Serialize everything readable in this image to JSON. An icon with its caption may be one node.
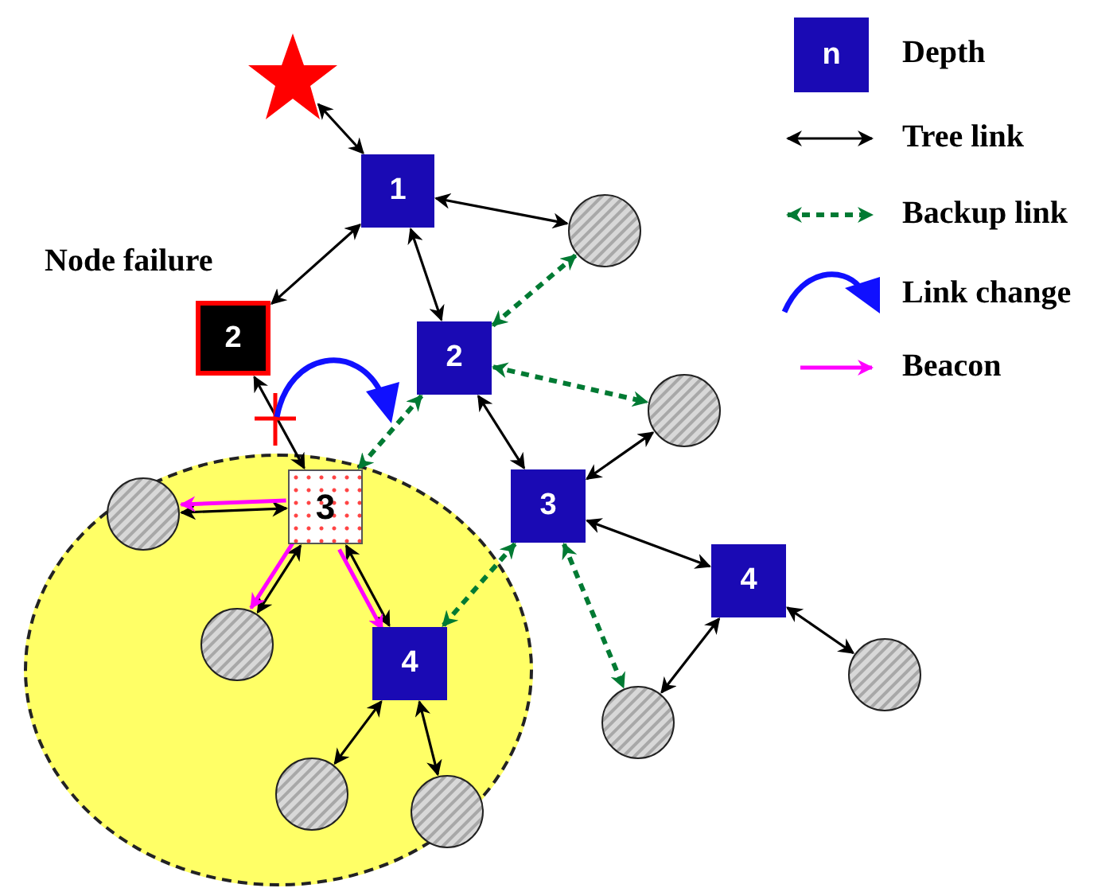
{
  "diagram": {
    "nodes": [
      {
        "text": [],
        "shape": "star"
      },
      {
        "text": [
          "1"
        ]
      },
      {
        "text": [],
        "shape": "circle"
      },
      {
        "text": [
          "2"
        ],
        "beside": [
          "Node failure"
        ]
      },
      {
        "text": [
          "2"
        ]
      },
      {
        "text": [],
        "shape": "circle"
      },
      {
        "text": [],
        "shape": "ellipse"
      },
      {
        "text": [
          "3"
        ],
        "in": 6
      },
      {
        "text": [
          "3"
        ]
      },
      {
        "text": [],
        "shape": "circle",
        "in": 6
      },
      {
        "text": [],
        "shape": "circle",
        "in": 6
      },
      {
        "text": [
          "4"
        ],
        "in": 6
      },
      {
        "text": [
          "4"
        ]
      },
      {
        "text": [],
        "shape": "circle"
      },
      {
        "text": [],
        "shape": "circle"
      },
      {
        "text": [],
        "shape": "circle",
        "in": 6
      },
      {
        "text": [],
        "shape": "circle",
        "in": 6
      }
    ],
    "edges": [
      {
        "from": 0,
        "to": 1,
        "arrow": "both"
      },
      {
        "from": 1,
        "to": 2,
        "arrow": "both"
      },
      {
        "from": 1,
        "to": 3,
        "arrow": "both"
      },
      {
        "from": 1,
        "to": 4,
        "arrow": "both"
      },
      {
        "from": 4,
        "to": 2,
        "arrow": "both",
        "style": "dashed",
        "color": "#007a33"
      },
      {
        "from": 4,
        "to": 5,
        "arrow": "both",
        "style": "dashed",
        "color": "#007a33"
      },
      {
        "from": 4,
        "to": 7,
        "arrow": "both",
        "style": "dashed",
        "color": "#007a33"
      },
      {
        "from": 4,
        "to": 8,
        "arrow": "both"
      },
      {
        "from": 3,
        "to": 7,
        "arrow": "both"
      },
      {
        "from": 5,
        "to": 8,
        "arrow": "both"
      },
      {
        "from": 7,
        "to": 9,
        "arrow": "both"
      },
      {
        "from": 7,
        "to": 9,
        "arrow": "to",
        "color": "#ff00ff"
      },
      {
        "from": 7,
        "to": 10,
        "arrow": "both"
      },
      {
        "from": 7,
        "to": 10,
        "arrow": "to",
        "color": "#ff00ff"
      },
      {
        "from": 7,
        "to": 11,
        "arrow": "both"
      },
      {
        "from": 7,
        "to": 11,
        "arrow": "to",
        "color": "#ff00ff"
      },
      {
        "from": 8,
        "to": 11,
        "arrow": "both",
        "style": "dashed",
        "color": "#007a33"
      },
      {
        "from": 8,
        "to": 12,
        "arrow": "both"
      },
      {
        "from": 8,
        "to": 13,
        "arrow": "both",
        "style": "dashed",
        "color": "#007a33"
      },
      {
        "from": 12,
        "to": 13,
        "arrow": "both"
      },
      {
        "from": 12,
        "to": 14,
        "arrow": "both"
      },
      {
        "from": 11,
        "to": 15,
        "arrow": "both"
      },
      {
        "from": 11,
        "to": 16,
        "arrow": "both"
      }
    ],
    "labels": [
      "n"
    ],
    "legend": [
      {
        "text": "Depth"
      },
      {
        "text": "Tree link"
      },
      {
        "text": "Backup link"
      },
      {
        "text": "Link change"
      },
      {
        "text": "Beacon"
      }
    ]
  }
}
